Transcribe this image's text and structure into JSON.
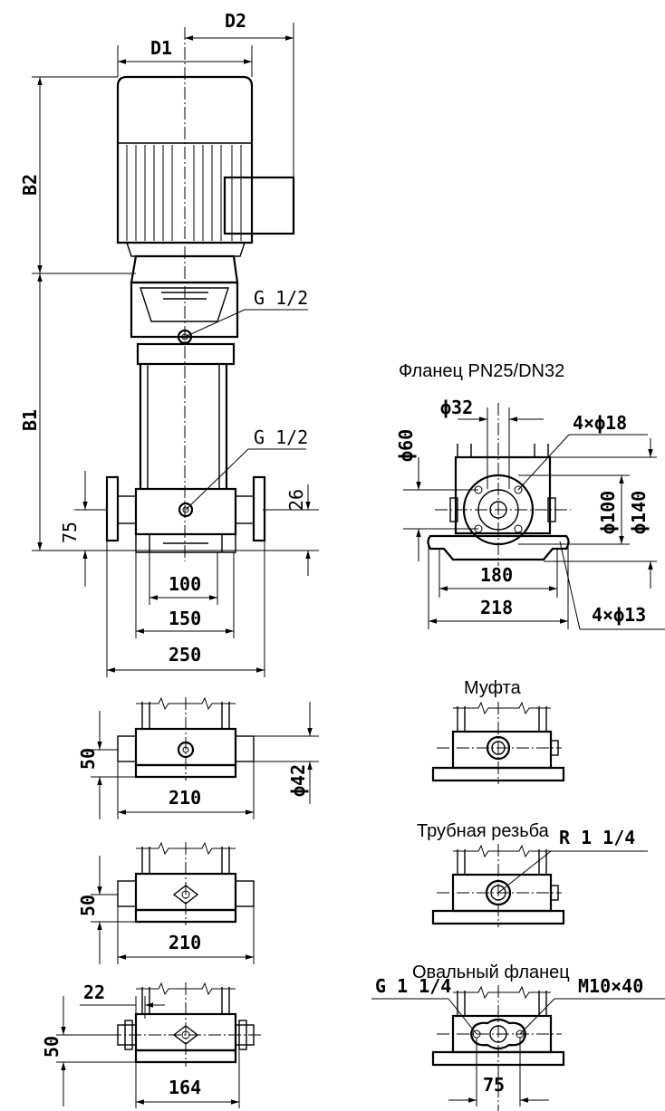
{
  "captions": {
    "flange": "Фланец PN25/DN32",
    "coupling": "Муфта",
    "pipe_thread": "Трубная резьба",
    "oval_flange": "Овальный фланец"
  },
  "main_view": {
    "d1": "D1",
    "d2": "D2",
    "b1": "B1",
    "b2": "B2",
    "port_top": "G 1/2",
    "port_bottom": "G 1/2",
    "dim_26": "26",
    "dim_75": "75",
    "dim_100": "100",
    "dim_150": "150",
    "dim_250": "250"
  },
  "flange_view": {
    "dim_phi32": "ϕ32",
    "dim_phi60": "ϕ60",
    "holes": "4×ϕ18",
    "dim_phi100": "ϕ100",
    "dim_phi140": "ϕ140",
    "dim_180": "180",
    "dim_218": "218",
    "base_holes": "4×ϕ13"
  },
  "view_210_a": {
    "dim_50": "50",
    "dim_210": "210",
    "dim_phi42": "ϕ42"
  },
  "view_210_b": {
    "dim_50": "50",
    "dim_210": "210"
  },
  "view_164": {
    "dim_22": "22",
    "dim_50": "50",
    "dim_164": "164"
  },
  "thread_view": {
    "label": "R 1 1/4"
  },
  "oval_view": {
    "left_label": "G 1 1/4",
    "right_label": "M10×40",
    "dim_75": "75"
  }
}
